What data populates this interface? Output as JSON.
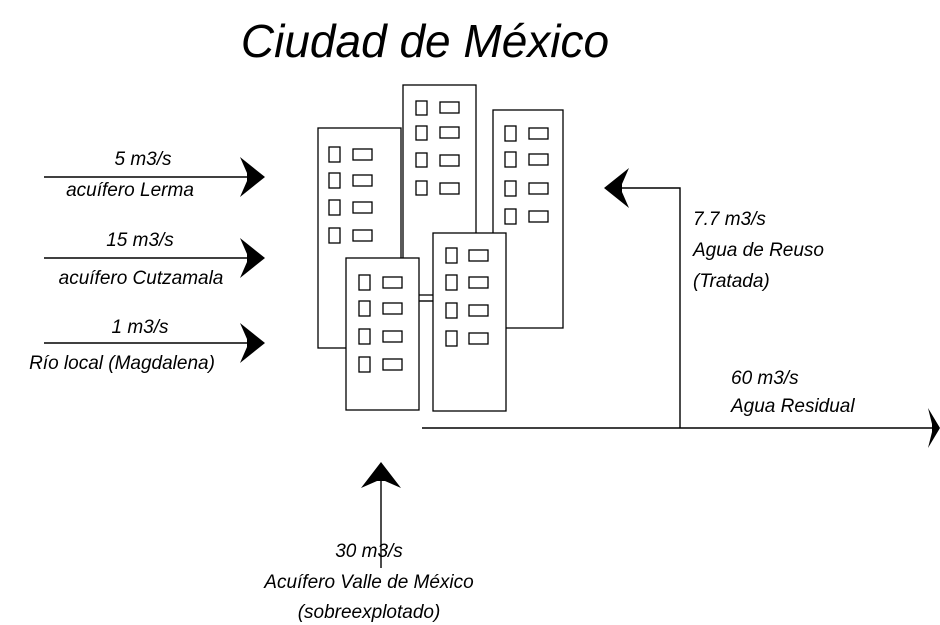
{
  "title": "Ciudad de México",
  "inflows": [
    {
      "rate": "5 m3/s",
      "source": "acuífero Lerma"
    },
    {
      "rate": "15 m3/s",
      "source": "acuífero Cutzamala"
    },
    {
      "rate": "1 m3/s",
      "source": "Río local (Magdalena)"
    }
  ],
  "reuse": {
    "rate": "7.7 m3/s",
    "line1": "Agua de Reuso",
    "line2": "(Tratada)"
  },
  "wastewater": {
    "rate": "60 m3/s",
    "label": "Agua Residual"
  },
  "aquifer": {
    "rate": "30 m3/s",
    "line1": "Acuífero Valle de México",
    "line2": "(sobreexplotado)"
  }
}
